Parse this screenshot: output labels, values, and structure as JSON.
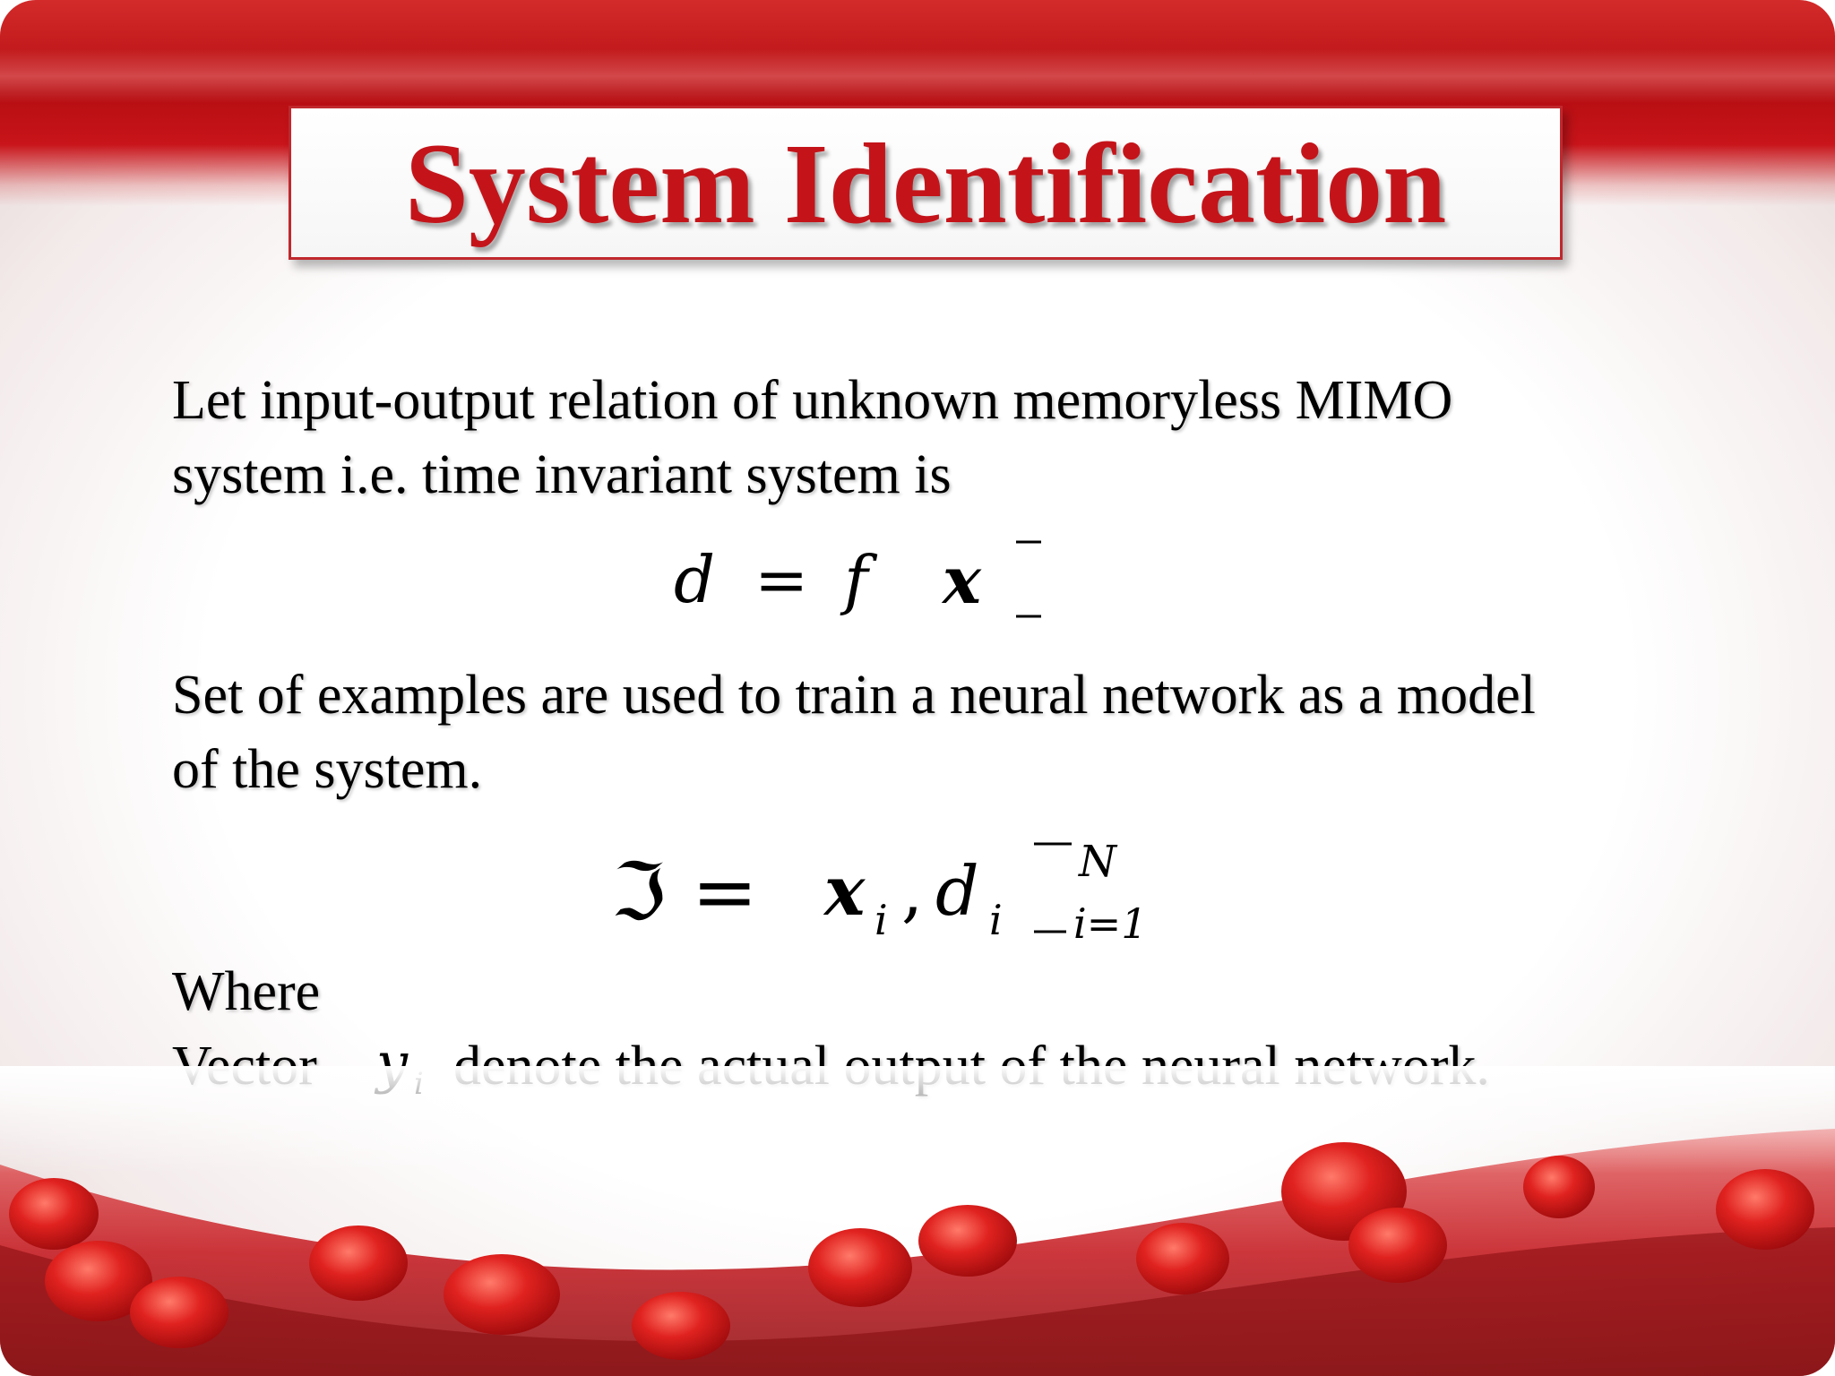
{
  "slide": {
    "title": "System Identification",
    "paragraph1_line1": "Let input-output relation of unknown memoryless MIMO",
    "paragraph1_line2": "system i.e. time invariant system is",
    "equation1": {
      "lhs": "d",
      "eq": "=",
      "fn": "f",
      "arg": "x"
    },
    "paragraph2_line1": "Set of examples are used to train a neural network as a model",
    "paragraph2_line2": "of the system.",
    "equation2": {
      "set_symbol": "ℑ",
      "eq": "=",
      "x": "x",
      "sub_i1": "i",
      "comma": ",",
      "d": "d",
      "sub_i2": "i",
      "upper": "N",
      "lower": "i=1"
    },
    "where_label": "Where",
    "vector_label": "Vector",
    "vector_symbol": "y",
    "vector_sub": "i",
    "vector_desc": "denote the actual output of the neural network."
  },
  "colors": {
    "accent_red": "#c4141a",
    "band_red": "#b50e12",
    "text": "#000000"
  }
}
